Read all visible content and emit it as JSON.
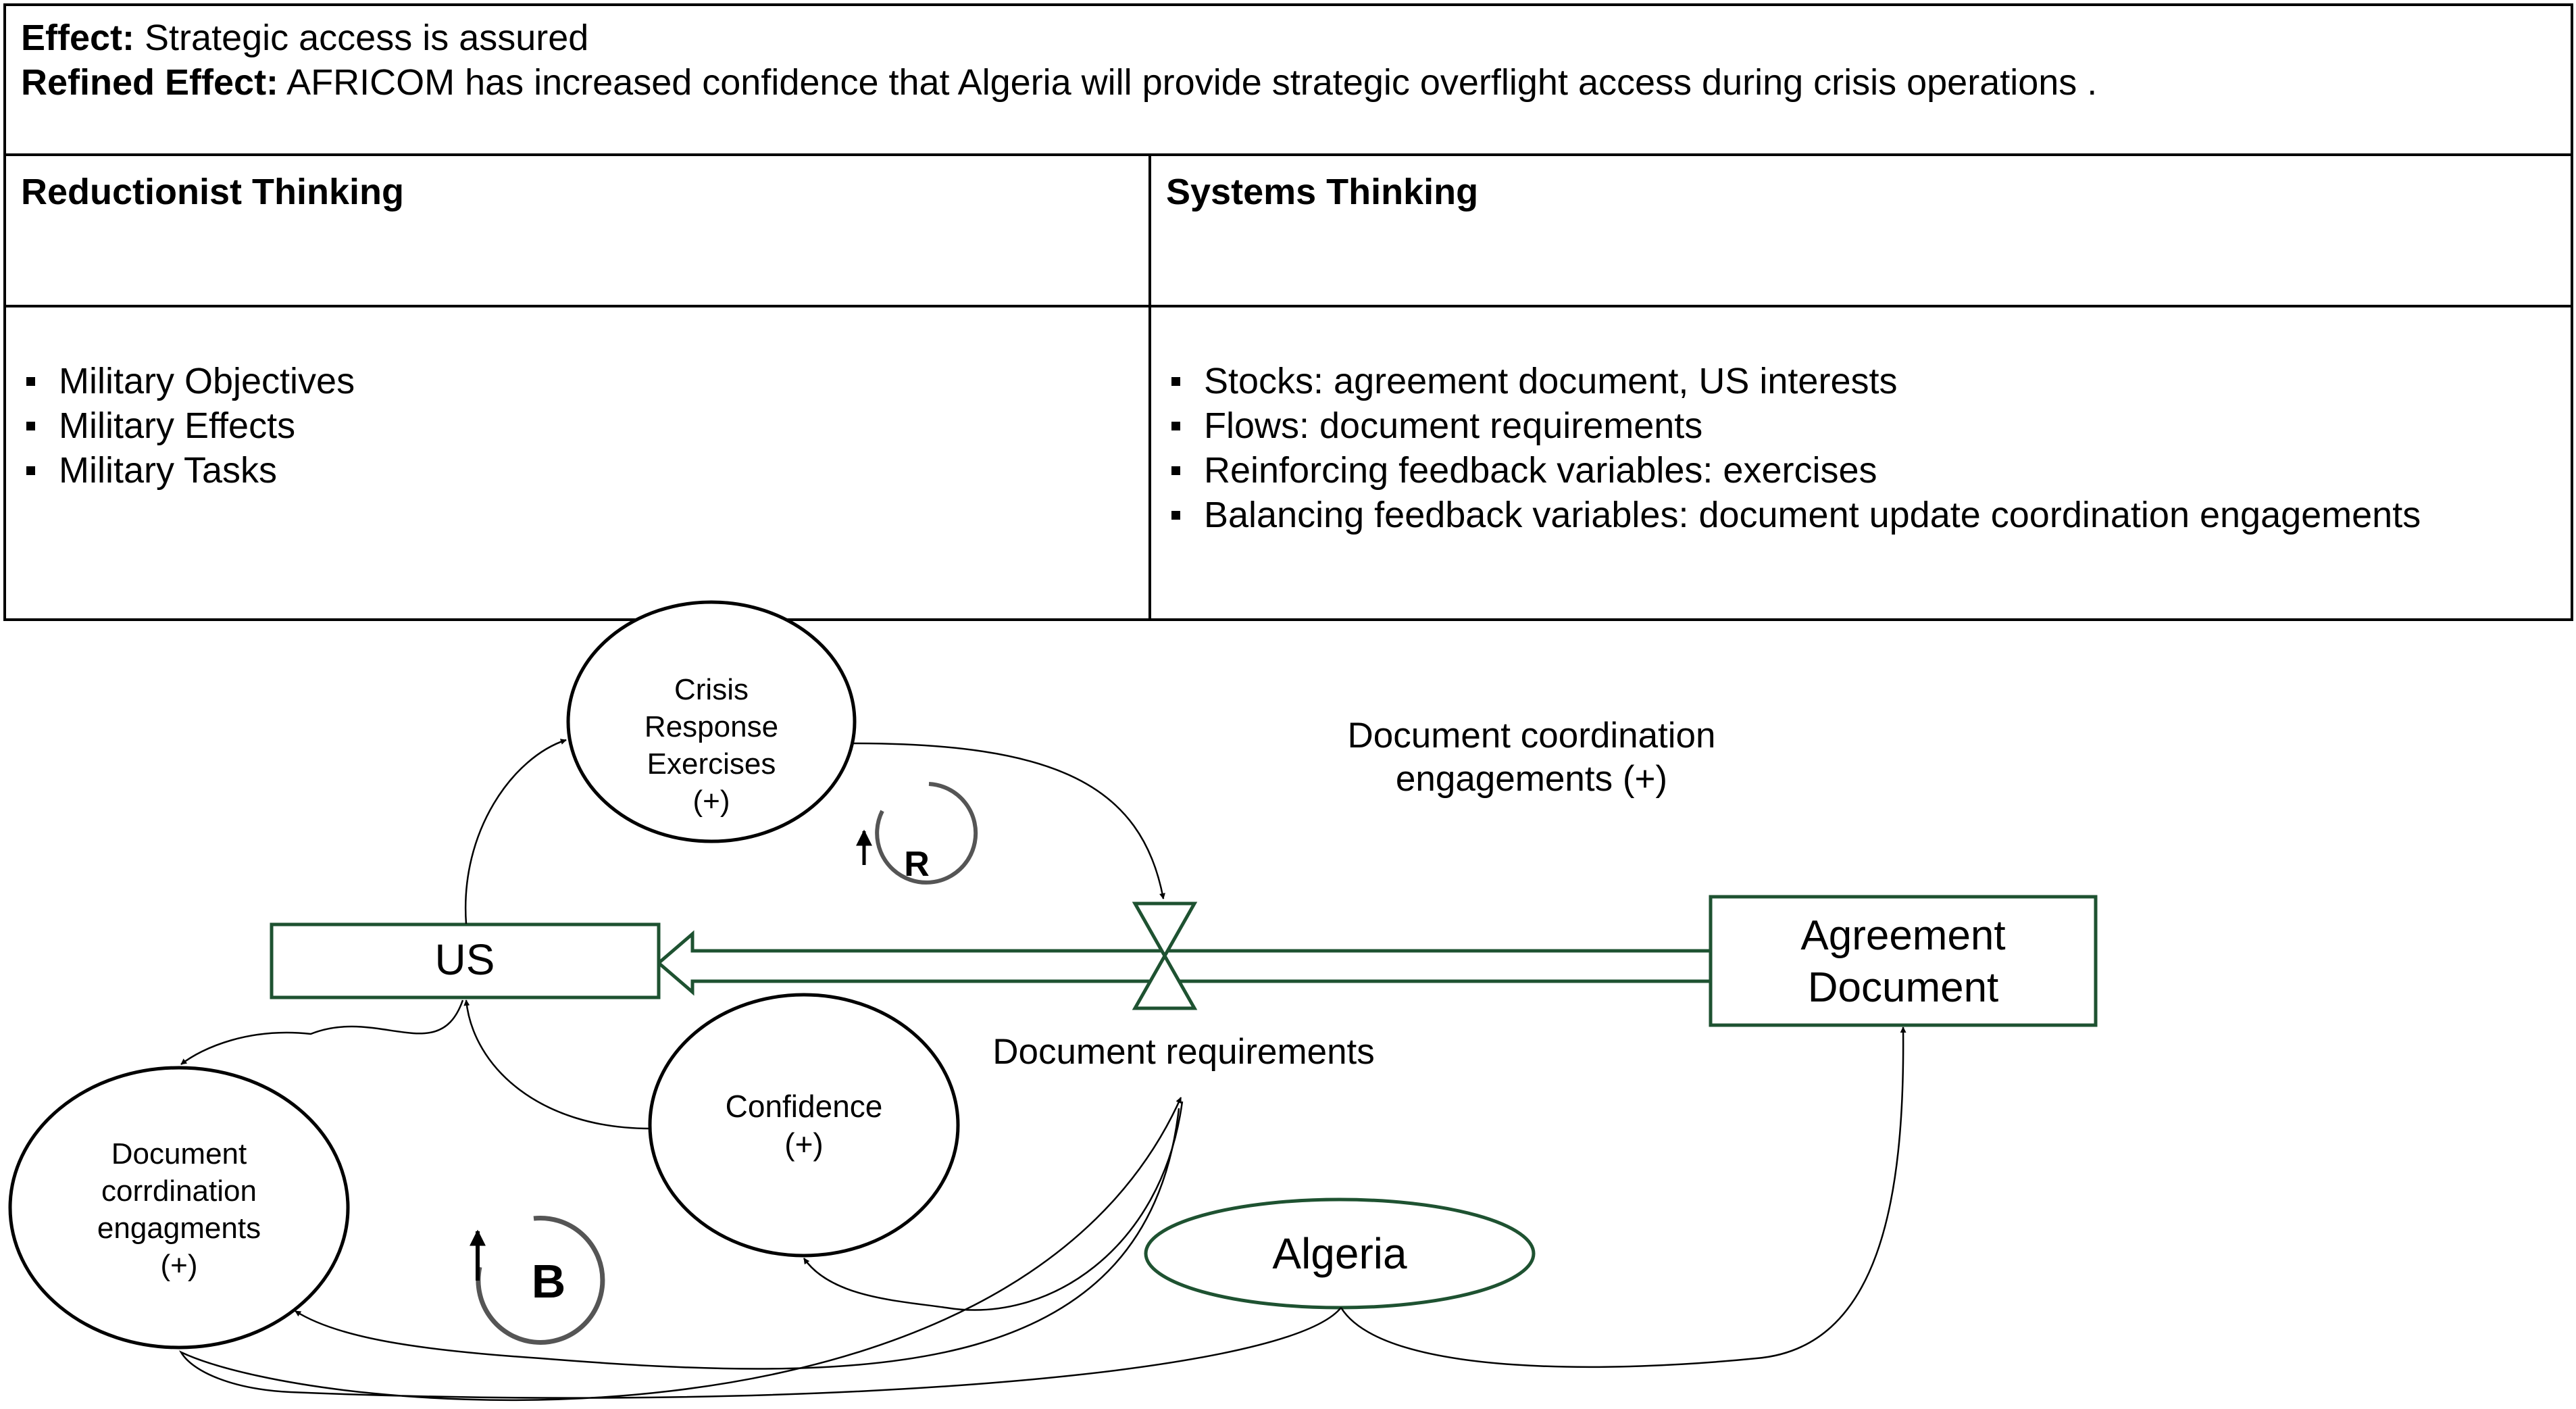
{
  "table": {
    "effect_label": "Effect:",
    "effect_text": "Strategic access is assured",
    "refined_label": "Refined Effect:",
    "refined_text": "AFRICOM has increased confidence that Algeria will provide strategic overflight access during crisis operations .",
    "left_header": "Reductionist Thinking",
    "right_header": "Systems Thinking",
    "left_items": [
      "Military Objectives",
      "Military Effects",
      "Military Tasks"
    ],
    "right_items": [
      "Stocks: agreement document, US interests",
      "Flows: document requirements",
      "Reinforcing feedback variables: exercises",
      "Balancing feedback variables: document update coordination engagements"
    ]
  },
  "diagram": {
    "crisis": [
      "Crisis",
      "Response",
      "Exercises",
      "(+)"
    ],
    "flow_note": [
      "Document coordination",
      "engagements (+)"
    ],
    "us": "US",
    "agreement": [
      "Agreement",
      "Document"
    ],
    "doc_requirements": "Document requirements",
    "confidence": [
      "Confidence",
      "(+)"
    ],
    "doc_coord": [
      "Document",
      "corrdination",
      "engagments",
      "(+)"
    ],
    "algeria": "Algeria",
    "loop_r": "R",
    "loop_b": "B",
    "colors": {
      "stock_green": "#1e5231",
      "ink": "#000000",
      "loop_gray": "#555555"
    }
  }
}
